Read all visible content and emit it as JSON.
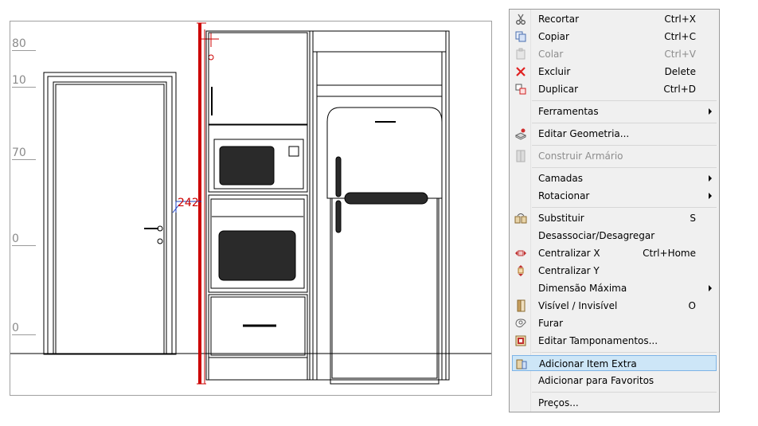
{
  "scene": {
    "dimension_labels": [
      "80",
      "10",
      "70",
      "0",
      "0"
    ],
    "measure_value": "242"
  },
  "colors": {
    "highlight_bg": "#cde6f7",
    "highlight_border": "#7eb4e6",
    "measure_red": "#cc0000",
    "measure_blue": "#1a3fbf",
    "disabled_text": "#8d8d8d"
  },
  "context_menu": {
    "items": [
      {
        "label": "Recortar",
        "shortcut": "Ctrl+X",
        "icon": "scissors-icon"
      },
      {
        "label": "Copiar",
        "shortcut": "Ctrl+C",
        "icon": "copy-icon"
      },
      {
        "label": "Colar",
        "shortcut": "Ctrl+V",
        "icon": "paste-icon",
        "disabled": true
      },
      {
        "label": "Excluir",
        "shortcut": "Delete",
        "icon": "delete-x-icon"
      },
      {
        "label": "Duplicar",
        "shortcut": "Ctrl+D",
        "icon": "duplicate-icon"
      },
      {
        "label": "Ferramentas",
        "submenu": true
      },
      {
        "label": "Editar Geometria...",
        "icon": "edit-geometry-icon"
      },
      {
        "label": "Construir Armário",
        "icon": "cabinet-icon",
        "disabled": true
      },
      {
        "label": "Camadas",
        "submenu": true
      },
      {
        "label": "Rotacionar",
        "submenu": true
      },
      {
        "label": "Substituir",
        "shortcut": "S",
        "icon": "replace-icon"
      },
      {
        "label": "Desassociar/Desagregar"
      },
      {
        "label": "Centralizar X",
        "shortcut": "Ctrl+Home",
        "icon": "center-x-icon"
      },
      {
        "label": "Centralizar Y",
        "icon": "center-y-icon"
      },
      {
        "label": "Dimensão Máxima",
        "submenu": true
      },
      {
        "label": "Visível / Invisível",
        "shortcut": "O",
        "icon": "visibility-icon"
      },
      {
        "label": "Furar",
        "icon": "drill-icon"
      },
      {
        "label": "Editar Tamponamentos...",
        "icon": "panels-icon"
      },
      {
        "label": "Adicionar Item Extra",
        "icon": "add-extra-icon",
        "highlighted": true
      },
      {
        "label": "Adicionar para Favoritos"
      },
      {
        "label": "Preços..."
      }
    ]
  }
}
